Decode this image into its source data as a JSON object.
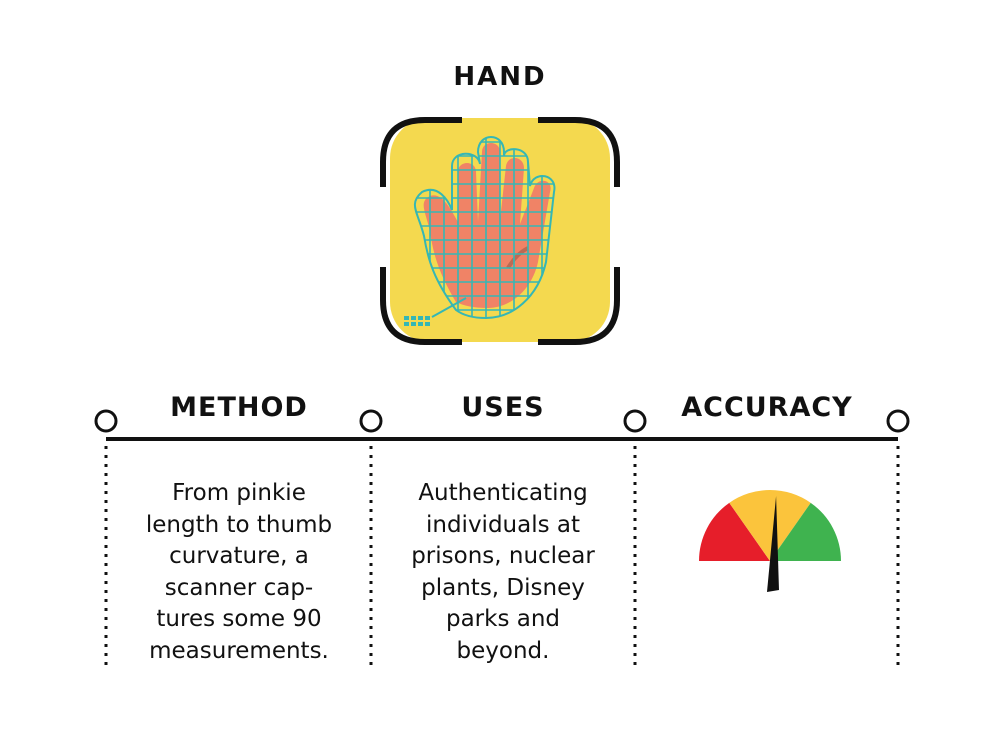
{
  "title": "HAND",
  "columns": [
    {
      "heading": "METHOD",
      "body": "From pinkie length to thumb curvature, a scanner cap-tures some 90 measurements."
    },
    {
      "heading": "USES",
      "body": "Authenticating individuals at prisons, nuclear plants, Disney parks and beyond."
    },
    {
      "heading": "ACCURACY"
    }
  ],
  "gauge": {
    "value": 0.52,
    "colors": {
      "low": "#e61e2a",
      "mid": "#fbc43c",
      "high": "#3fb34f"
    }
  },
  "colors": {
    "icon_bg": "#f4d94f",
    "hand": "#f08366",
    "grid": "#35b7b5"
  }
}
